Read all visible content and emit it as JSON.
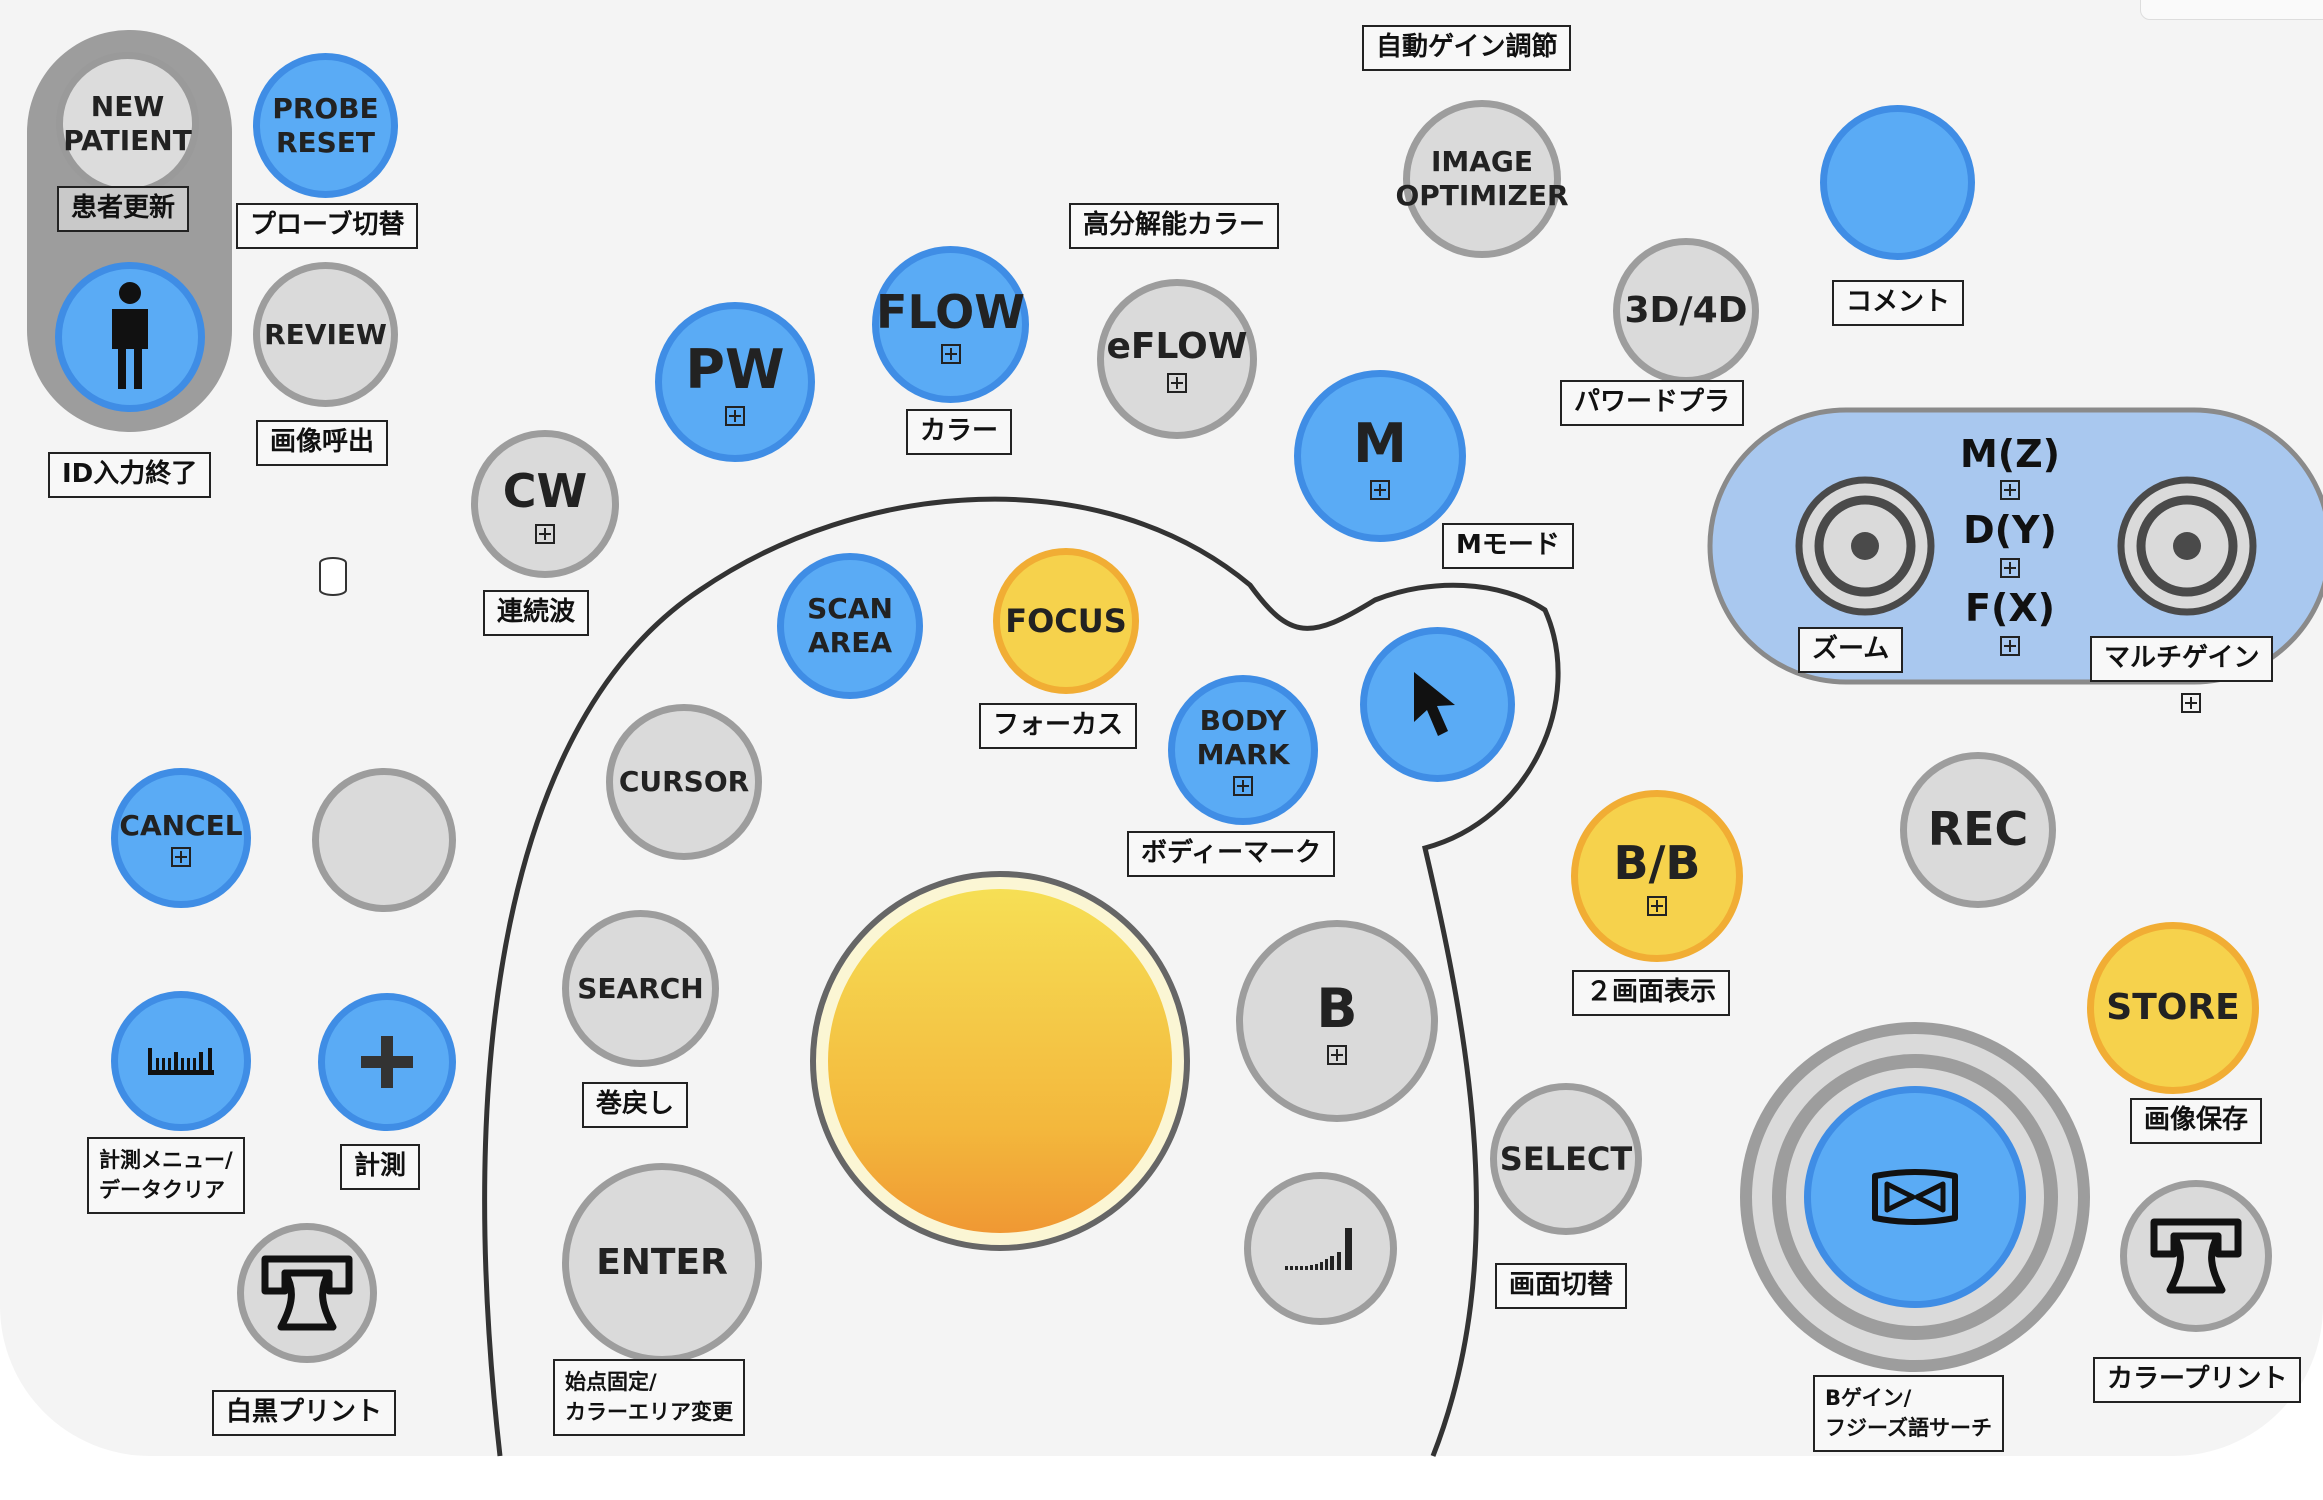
{
  "buttons": {
    "new_patient": "NEW\nPATIENT",
    "probe_reset": "PROBE\nRESET",
    "review": "REVIEW",
    "pw": "PW",
    "flow": "FLOW",
    "eflow": "eFLOW",
    "image_optimizer": "IMAGE\nOPTIMIZER",
    "three_d_four_d": "3D/4D",
    "m": "M",
    "cw": "CW",
    "scan_area": "SCAN\nAREA",
    "focus": "FOCUS",
    "body_mark": "BODY\nMARK",
    "cursor": "CURSOR",
    "cancel": "CANCEL",
    "search": "SEARCH",
    "enter": "ENTER",
    "b": "B",
    "b_b": "B/B",
    "rec": "REC",
    "store": "STORE",
    "select": "SELECT",
    "mode_m": "M(Z)",
    "mode_d": "D(Y)",
    "mode_f": "F(X)"
  },
  "labels": {
    "patient_update": "患者更新",
    "probe_switch": "プローブ切替",
    "id_input_end": "ID入力終了",
    "image_recall": "画像呼出",
    "auto_gain": "自動ゲイン調節",
    "hi_res_color": "高分解能カラー",
    "color": "カラー",
    "power_doppler": "パワードプラ",
    "comment": "コメント",
    "m_mode": "Mモード",
    "continuous_wave": "連続波",
    "zoom": "ズーム",
    "multi_gain": "マルチゲイン",
    "focus_label": "フォーカス",
    "body_mark_label": "ボディーマーク",
    "dual_display": "２画面表示",
    "measure_menu": "計測メニュー/\nデータクリア",
    "measure": "計測",
    "rewind": "巻戻し",
    "start_point": "始点固定/\nカラーエリア変更",
    "screen_switch": "画面切替",
    "image_store": "画像保存",
    "b_gain": "Bゲイン/\nフジーズ語サーチ",
    "mono_print": "白黒プリント",
    "color_print": "カラープリント"
  },
  "icons": {
    "person": "person-icon",
    "pointer": "cursor-arrow-icon",
    "ruler": "ruler-icon",
    "plus": "plus-icon",
    "printer": "printer-icon",
    "volume": "volume-bars-icon",
    "freeze": "freeze-icon",
    "dial": "dial-icon",
    "cylinder": "cylinder-icon",
    "expand": "expand-square-icon"
  },
  "colors": {
    "blue": "#5aabf5",
    "grey": "#dadada",
    "yellow": "#f6d24c",
    "trackball": "#f3b73c",
    "mode_pill": "#a9c8ef"
  }
}
